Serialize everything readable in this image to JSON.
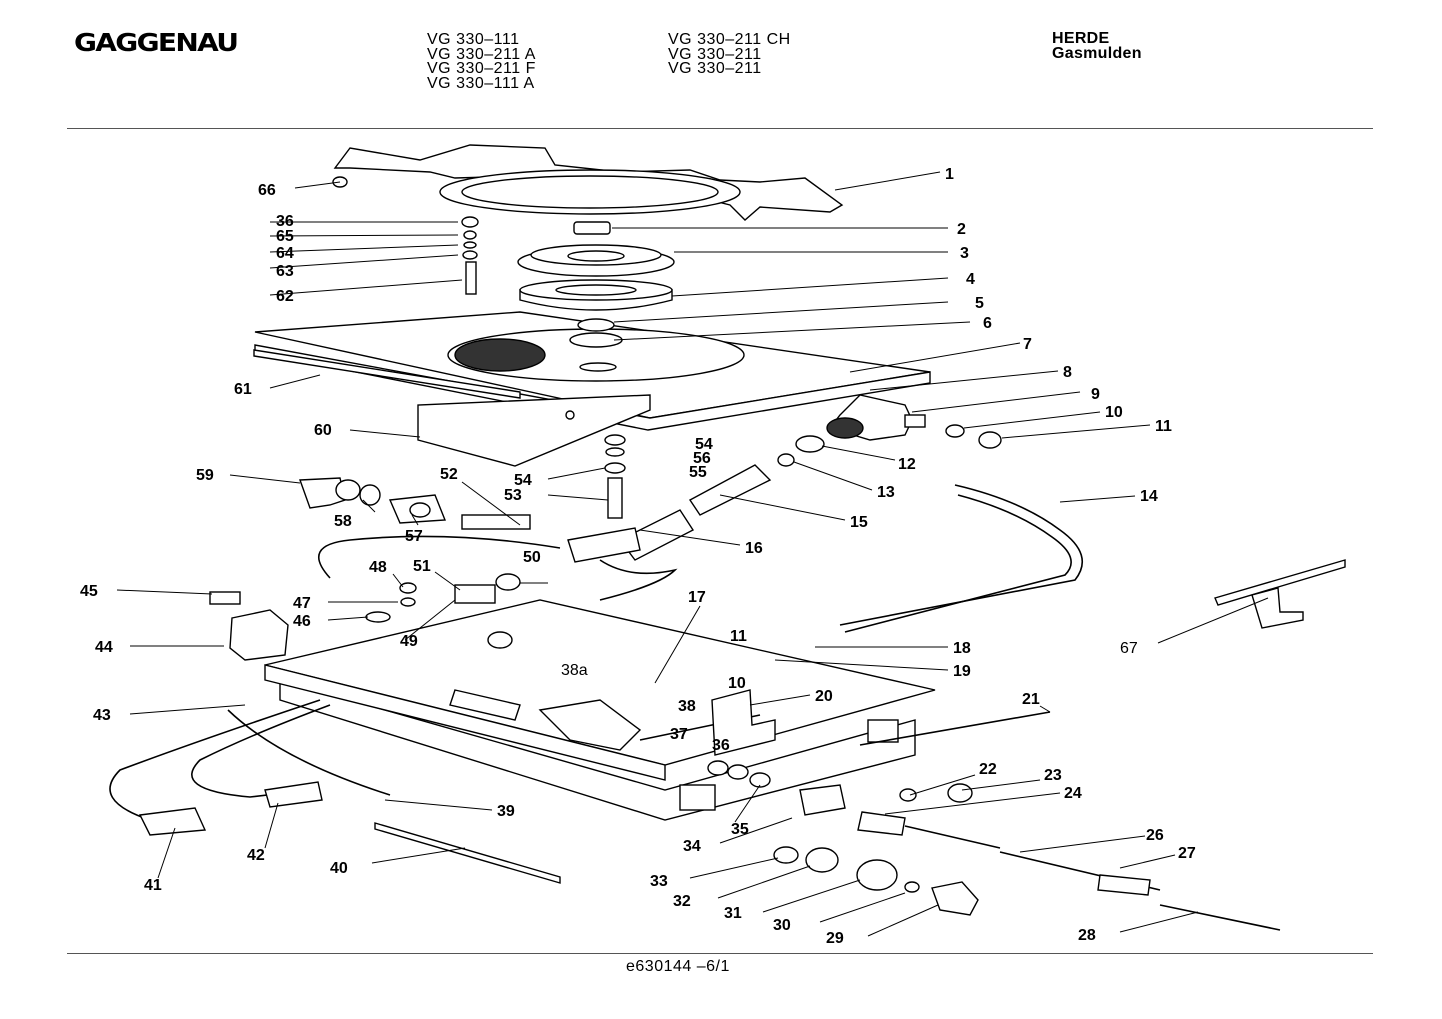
{
  "header": {
    "brand": "GAGGENAU",
    "models_col1": [
      "VG 330–111",
      "VG 330–211 A",
      "VG 330–211 F",
      "VG 330–111 A"
    ],
    "models_col2": [
      "VG 330–211 CH",
      "VG 330–211",
      "VG 330–211"
    ],
    "category": "HERDE",
    "subcategory": "Gasmulden"
  },
  "diagram": {
    "part_labels": [
      {
        "id": "p1",
        "text": "1"
      },
      {
        "id": "p2",
        "text": "2"
      },
      {
        "id": "p3",
        "text": "3"
      },
      {
        "id": "p4",
        "text": "4"
      },
      {
        "id": "p5",
        "text": "5"
      },
      {
        "id": "p6",
        "text": "6"
      },
      {
        "id": "p7",
        "text": "7"
      },
      {
        "id": "p8",
        "text": "8"
      },
      {
        "id": "p9",
        "text": "9"
      },
      {
        "id": "p10a",
        "text": "10"
      },
      {
        "id": "p11a",
        "text": "11"
      },
      {
        "id": "p12",
        "text": "12"
      },
      {
        "id": "p13",
        "text": "13"
      },
      {
        "id": "p14",
        "text": "14"
      },
      {
        "id": "p15",
        "text": "15"
      },
      {
        "id": "p16",
        "text": "16"
      },
      {
        "id": "p17",
        "text": "17"
      },
      {
        "id": "p18",
        "text": "18"
      },
      {
        "id": "p19",
        "text": "19"
      },
      {
        "id": "p20",
        "text": "20"
      },
      {
        "id": "p21",
        "text": "21"
      },
      {
        "id": "p22",
        "text": "22"
      },
      {
        "id": "p23",
        "text": "23"
      },
      {
        "id": "p24",
        "text": "24"
      },
      {
        "id": "p26",
        "text": "26"
      },
      {
        "id": "p27",
        "text": "27"
      },
      {
        "id": "p28",
        "text": "28"
      },
      {
        "id": "p29",
        "text": "29"
      },
      {
        "id": "p30",
        "text": "30"
      },
      {
        "id": "p31",
        "text": "31"
      },
      {
        "id": "p32",
        "text": "32"
      },
      {
        "id": "p33",
        "text": "33"
      },
      {
        "id": "p34",
        "text": "34"
      },
      {
        "id": "p35",
        "text": "35"
      },
      {
        "id": "p36b",
        "text": "36"
      },
      {
        "id": "p37",
        "text": "37"
      },
      {
        "id": "p38",
        "text": "38"
      },
      {
        "id": "p38a",
        "text": "38a"
      },
      {
        "id": "p39",
        "text": "39"
      },
      {
        "id": "p40",
        "text": "40"
      },
      {
        "id": "p41",
        "text": "41"
      },
      {
        "id": "p42",
        "text": "42"
      },
      {
        "id": "p43",
        "text": "43"
      },
      {
        "id": "p44",
        "text": "44"
      },
      {
        "id": "p45",
        "text": "45"
      },
      {
        "id": "p46",
        "text": "46"
      },
      {
        "id": "p47",
        "text": "47"
      },
      {
        "id": "p48",
        "text": "48"
      },
      {
        "id": "p49",
        "text": "49"
      },
      {
        "id": "p50",
        "text": "50"
      },
      {
        "id": "p51",
        "text": "51"
      },
      {
        "id": "p52",
        "text": "52"
      },
      {
        "id": "p53",
        "text": "53"
      },
      {
        "id": "p54a",
        "text": "54"
      },
      {
        "id": "p54b",
        "text": "54"
      },
      {
        "id": "p55",
        "text": "55"
      },
      {
        "id": "p56",
        "text": "56"
      },
      {
        "id": "p57",
        "text": "57"
      },
      {
        "id": "p58",
        "text": "58"
      },
      {
        "id": "p59",
        "text": "59"
      },
      {
        "id": "p60",
        "text": "60"
      },
      {
        "id": "p61",
        "text": "61"
      },
      {
        "id": "p62",
        "text": "62"
      },
      {
        "id": "p63",
        "text": "63"
      },
      {
        "id": "p64",
        "text": "64"
      },
      {
        "id": "p65",
        "text": "65"
      },
      {
        "id": "p36a",
        "text": "36"
      },
      {
        "id": "p66",
        "text": "66"
      },
      {
        "id": "p67",
        "text": "67"
      },
      {
        "id": "p10b",
        "text": "10"
      },
      {
        "id": "p11b",
        "text": "11"
      }
    ]
  },
  "footer": {
    "doc_code": "e630144 –6/1"
  }
}
